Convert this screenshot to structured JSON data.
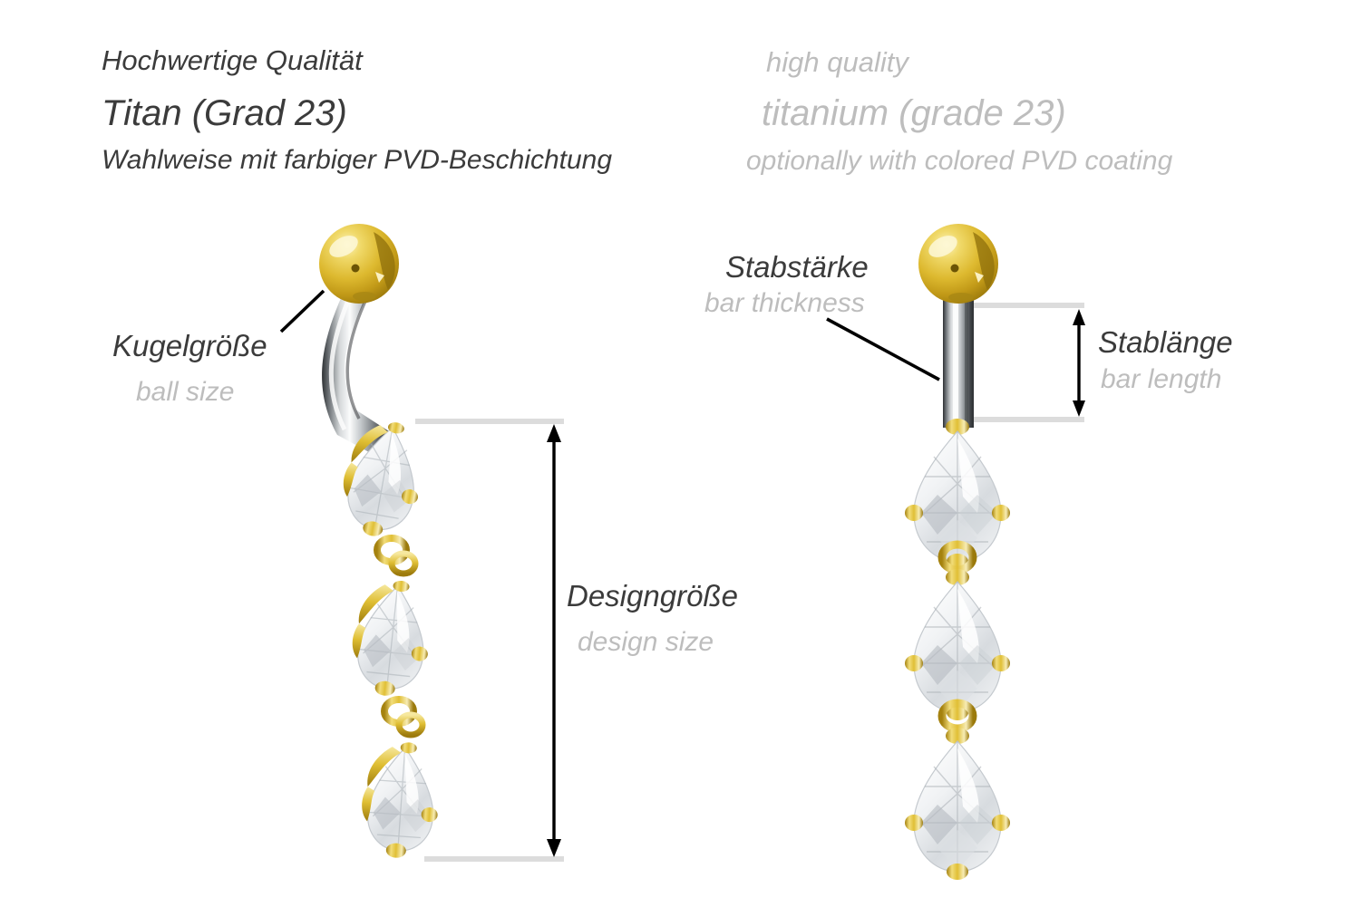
{
  "header": {
    "german": {
      "line1": "Hochwertige Qualität",
      "line2": "Titan (Grad 23)",
      "line3": "Wahlweise mit farbiger PVD-Beschichtung"
    },
    "english": {
      "line1": "high quality",
      "line2": "titanium (grade 23)",
      "line3": "optionally with colored PVD coating"
    }
  },
  "annotations": {
    "ball_size": {
      "de": "Kugelgröße",
      "en": "ball size"
    },
    "design_size": {
      "de": "Designgröße",
      "en": "design size"
    },
    "bar_thickness": {
      "de": "Stabstärke",
      "en": "bar thickness"
    },
    "bar_length": {
      "de": "Stablänge",
      "en": "bar length"
    }
  },
  "colors": {
    "text_dark": "#3b3b3b",
    "text_gray": "#bdbdbd",
    "gold": "#e3c24c",
    "gold_dark": "#9a7d16",
    "gold_light": "#f7e9a0",
    "silver": "#cfd2d4",
    "silver_dark": "#4a4d50",
    "crystal": "#f2f4f6",
    "crystal_shade": "#b9bec4",
    "dimension_line": "#d8d8d8",
    "arrow": "#000000",
    "background": "#ffffff"
  },
  "products": {
    "left": {
      "name": "banana-barbell-side-view",
      "ball": "gold-ball",
      "bar": "curved-silver-bar",
      "crystal_count": 3,
      "crystal_shape": "teardrop"
    },
    "right": {
      "name": "banana-barbell-front-view",
      "ball": "gold-ball",
      "bar": "straight-silver-bar",
      "crystal_count": 3,
      "crystal_shape": "teardrop"
    }
  }
}
